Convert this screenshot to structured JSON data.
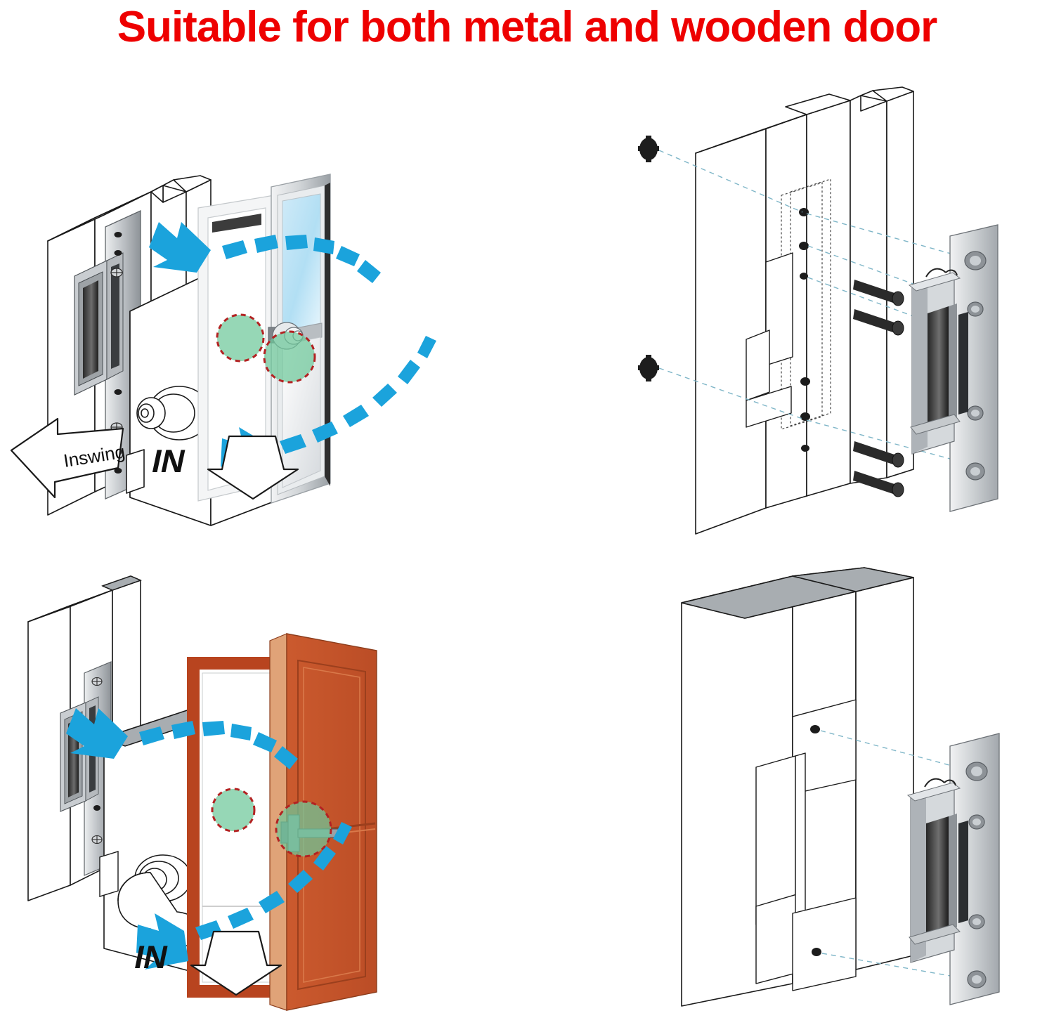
{
  "header": {
    "title": "Suitable for both metal and wooden door",
    "title_color": "#ee0000"
  },
  "colors": {
    "arrow_blue": "#1ba3dc",
    "highlight_fill": "#6ec89a",
    "highlight_border": "#b32222",
    "wood_door": "#c4522a",
    "wood_door_edge": "#e0a378",
    "wood_frame": "#b8441f",
    "glass": "#b9e1f5",
    "metal_light": "#d9dcdf",
    "metal_mid": "#a9aeb3",
    "metal_dark": "#3b3b3b",
    "outline": "#1a1a1a",
    "dash_line": "#7fb6c8"
  },
  "panels": [
    {
      "id": "metal-door-swing",
      "position": "top-left",
      "subject": "Metal / glass door inswing installation overview",
      "labels": {
        "swing_direction": "Inswing",
        "door_direction": "IN"
      },
      "callouts": [
        {
          "name": "strike-location-highlight",
          "target": "door jamb strike plate"
        },
        {
          "name": "latch-location-highlight",
          "target": "door knob latch"
        }
      ],
      "hardware": [
        "electric strike",
        "door knob",
        "metal jamb",
        "glass door"
      ]
    },
    {
      "id": "metal-jamb-exploded",
      "position": "top-right",
      "subject": "Electric strike mounted into metal door frame",
      "labels": {},
      "hardware": [
        "electric strike",
        "mounting screws",
        "anchor screws",
        "metal jamb cutout"
      ],
      "screw_count": 4,
      "anchor_count": 2
    },
    {
      "id": "wood-door-swing",
      "position": "bottom-left",
      "subject": "Wooden door inswing installation overview",
      "labels": {
        "door_direction": "IN"
      },
      "callouts": [
        {
          "name": "strike-location-highlight",
          "target": "wood jamb strike plate"
        },
        {
          "name": "latch-location-highlight",
          "target": "door lever latch"
        }
      ],
      "hardware": [
        "electric strike",
        "door lever handle",
        "wood jamb",
        "wooden door"
      ]
    },
    {
      "id": "wood-jamb-exploded",
      "position": "bottom-right",
      "subject": "Electric strike mortised into wooden door frame",
      "labels": {},
      "hardware": [
        "electric strike",
        "wood jamb mortise cutout"
      ],
      "screw_count": 0,
      "anchor_count": 2
    }
  ]
}
